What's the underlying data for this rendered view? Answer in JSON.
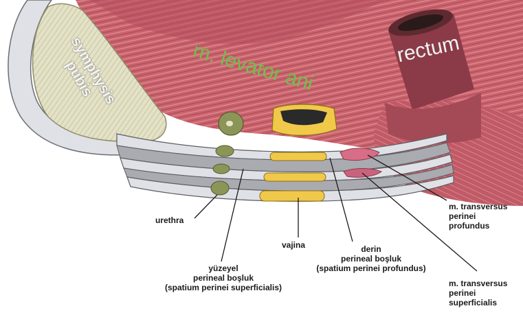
{
  "labels": {
    "symphysis": "symphysis\npubis",
    "levator": "m. levator ani",
    "rectum": "rectum",
    "urethra": "urethra",
    "vajina": "vajina",
    "yuzeyel": "yüzeyel\nperineal boşluk\n(spatium perinei superficialis)",
    "derin": "derin\nperineal boşluk\n(spatium perinei profundus)",
    "tv_profundus": "m. transversus\nperinei\nprofundus",
    "tv_superficialis": "m. transversus\nperinei\nsuperficialis"
  },
  "colors": {
    "muscle": "#c9636d",
    "muscle_dark": "#9e3f4b",
    "bone": "#e3e1c6",
    "fascia": "#dfe1e6",
    "space": "#a9abb0",
    "vagina": "#f0c94a",
    "urethra": "#8c9558",
    "levator_text": "#6fbf4a"
  }
}
